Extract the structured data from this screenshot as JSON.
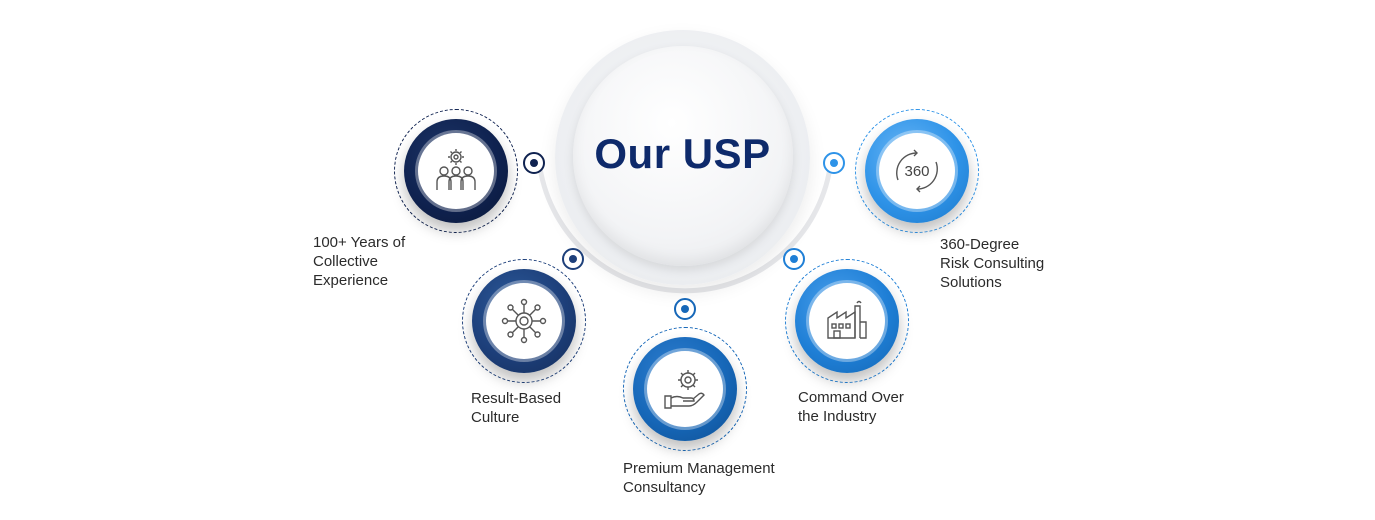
{
  "title": "Our USP",
  "colors": {
    "navy": "#0f2250",
    "dark_blue": "#1d3f7a",
    "mid_blue": "#1667b8",
    "blue": "#1f7fd6",
    "light_blue": "#2e93e8",
    "arc": "#e6e7ea"
  },
  "items": [
    {
      "label": "100+ Years of\nCollective\nExperience",
      "icon": "team-gear-icon"
    },
    {
      "label": "Result-Based\nCulture",
      "icon": "network-gear-icon"
    },
    {
      "label": "Premium Management\nConsultancy",
      "icon": "hand-gear-icon"
    },
    {
      "label": "Command Over\nthe Industry",
      "icon": "factory-icon"
    },
    {
      "label": "360-Degree\nRisk Consulting\nSolutions",
      "icon": "360-icon"
    }
  ]
}
